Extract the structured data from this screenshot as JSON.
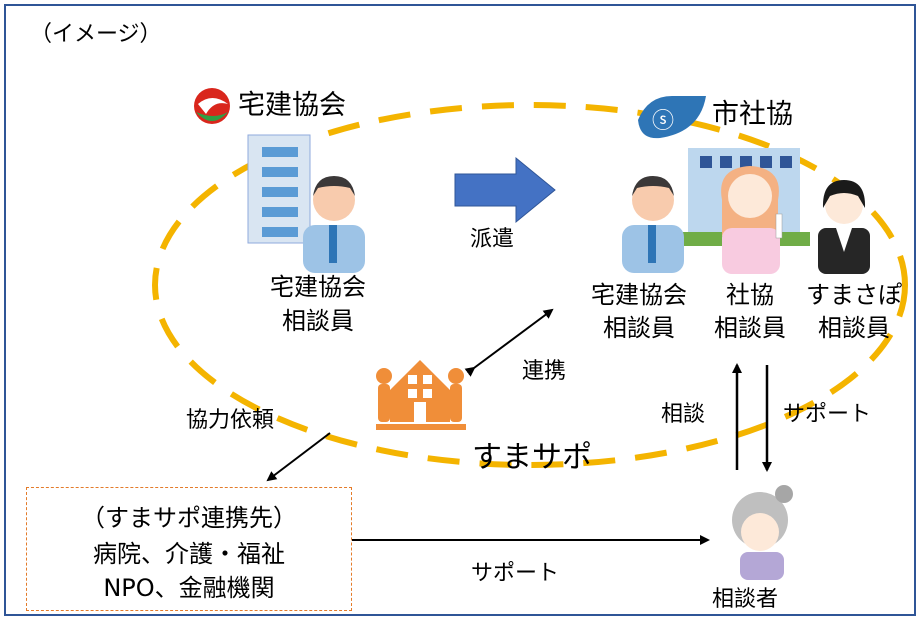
{
  "note": "（イメージ）",
  "orgs": {
    "takken": "宅建協会",
    "shakyo": "市社協"
  },
  "staff": {
    "takken_left": [
      "宅建協会",
      "相談員"
    ],
    "takken_right": [
      "宅建協会",
      "相談員"
    ],
    "shakyo": [
      "社協",
      "相談員"
    ],
    "sumasapo": [
      "すまさぽ",
      "相談員"
    ]
  },
  "arrows": {
    "dispatch": "派遣",
    "cooperation": "連携",
    "request": "協力依頼",
    "consult": "相談",
    "support_right": "サポート",
    "support_bottom": "サポート"
  },
  "sumasapo_label": "すまサポ",
  "consultant": "相談者",
  "partners": {
    "title": "（すまサポ連携先）",
    "line1": "病院、介護・福祉",
    "line2": "NPO、金融機関"
  },
  "colors": {
    "frame": "#2f5597",
    "ellipse": "#f4b400",
    "dispatch_arrow": "#4472c4",
    "partner_border": "#e47b2a"
  }
}
